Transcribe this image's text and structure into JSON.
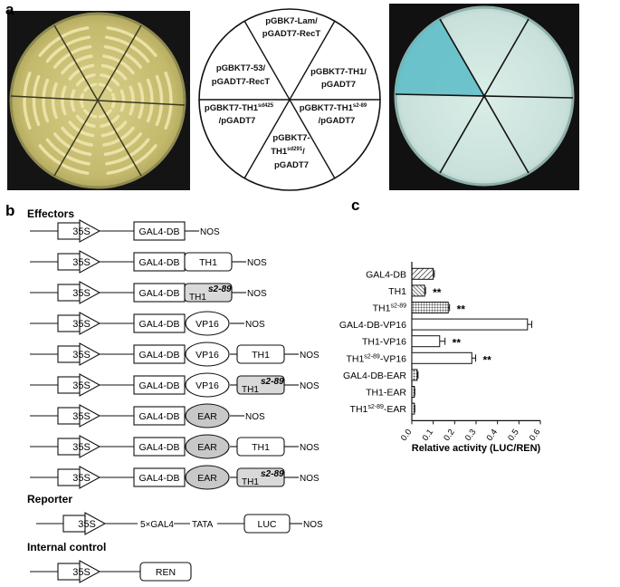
{
  "panels": {
    "a": "a",
    "b": "b",
    "c": "c"
  },
  "panel_a": {
    "sectors": [
      {
        "lines": [
          "pGBK7-Lam/",
          "pGADT7-RecT"
        ]
      },
      {
        "lines": [
          "pGBKT7-TH1/",
          "pGADT7"
        ]
      },
      {
        "lines": [
          "pGBKT7-TH1",
          "/pGADT7"
        ],
        "sup": "s2-89"
      },
      {
        "lines": [
          "pGBKT7-",
          "TH1",
          "pGADT7"
        ],
        "sup": "sd291",
        "suffix": "/"
      },
      {
        "lines": [
          "pGBKT7-TH1",
          "/pGADT7"
        ],
        "sup": "sd425"
      },
      {
        "lines": [
          "pGBKT7-53/",
          "pGADT7-RecT"
        ]
      }
    ],
    "colors": {
      "yeast_plate": "#c9c07a",
      "xgal_plate": "#d3e6df",
      "blue_colony": "#59b9c4"
    }
  },
  "panel_b": {
    "sections": {
      "effectors": "Effectors",
      "reporter": "Reporter",
      "internal": "Internal control"
    },
    "promoter": "35S",
    "gal4db": "GAL4-DB",
    "th1": "TH1",
    "th1_sup": "s2-89",
    "vp16": "VP16",
    "ear": "EAR",
    "nos": "NOS",
    "gal4x5": "5×GAL4",
    "tata": "TATA",
    "luc": "LUC",
    "ren": "REN",
    "effector_rows": [
      [],
      [
        "TH1"
      ],
      [
        "TH1s"
      ],
      [
        "VP16"
      ],
      [
        "VP16",
        "TH1"
      ],
      [
        "VP16",
        "TH1s"
      ],
      [
        "EAR"
      ],
      [
        "EAR",
        "TH1"
      ],
      [
        "EAR",
        "TH1s"
      ]
    ],
    "colors": {
      "ear_fill": "#c8c8c8",
      "th1s_fill": "#d9d9d9"
    }
  },
  "chart_data": {
    "type": "bar",
    "orientation": "horizontal",
    "categories": [
      "GAL4-DB",
      "TH1",
      "TH1s2-89",
      "GAL4-DB-VP16",
      "TH1-VP16",
      "TH1s2-89-VP16",
      "GAL4-DB-EAR",
      "TH1-EAR",
      "TH1s2-89-EAR"
    ],
    "category_labels": [
      {
        "base": "GAL4-DB"
      },
      {
        "base": "TH1"
      },
      {
        "base": "TH1",
        "sup": "s2-89"
      },
      {
        "base": "GAL4-DB-VP16"
      },
      {
        "base": "TH1-VP16"
      },
      {
        "base": "TH1",
        "sup": "s2-89",
        "rest": "-VP16"
      },
      {
        "base": "GAL4-DB-EAR"
      },
      {
        "base": "TH1-EAR"
      },
      {
        "base": "TH1",
        "sup": "s2-89",
        "rest": "-EAR"
      }
    ],
    "values": [
      0.1,
      0.06,
      0.17,
      0.54,
      0.13,
      0.28,
      0.025,
      0.012,
      0.012
    ],
    "errors": [
      0.005,
      0.004,
      0.006,
      0.02,
      0.025,
      0.018,
      0.004,
      0.002,
      0.002
    ],
    "patterns": [
      "diag",
      "dense-diag",
      "grid",
      "none",
      "none",
      "none",
      "dots",
      "dots",
      "dots"
    ],
    "significance": [
      "",
      "**",
      "**",
      "",
      "**",
      "**",
      "",
      "",
      ""
    ],
    "xlabel": "Relative activity (LUC/REN)",
    "xlim": [
      0,
      0.6
    ],
    "xticks": [
      "0.0",
      "0.1",
      "0.2",
      "0.3",
      "0.4",
      "0.5",
      "0.6"
    ]
  }
}
